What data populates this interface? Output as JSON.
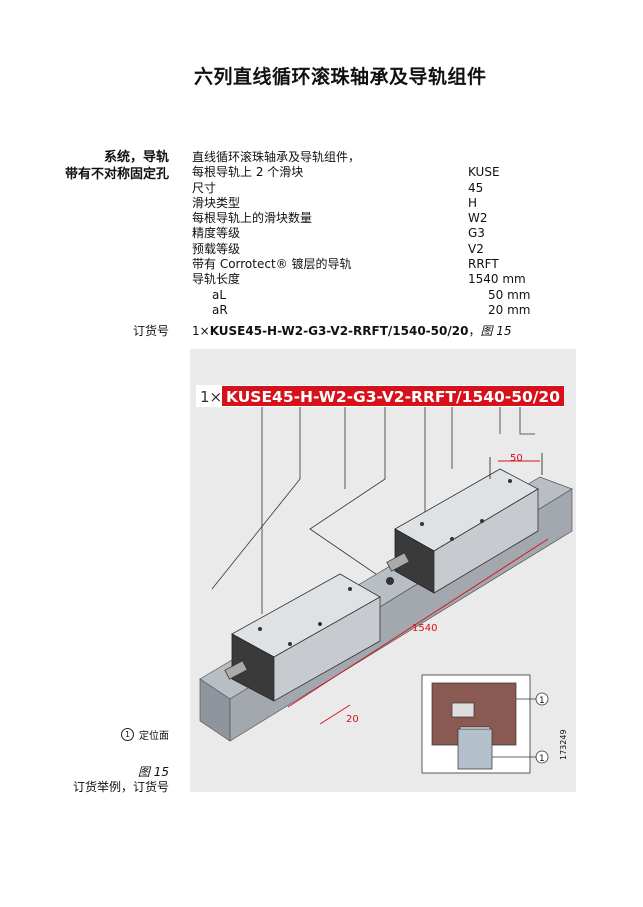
{
  "title": "六列直线循环滚珠轴承及导轨组件",
  "left_heading": [
    "系统，导轨",
    "带有不对称固定孔"
  ],
  "spec": {
    "intro": "直线循环滚珠轴承及导轨组件，",
    "rows": [
      {
        "label": "每根导轨上 2 个滑块",
        "value": "KUSE"
      },
      {
        "label": "尺寸",
        "value": "45"
      },
      {
        "label": "滑块类型",
        "value": "H"
      },
      {
        "label": "每根导轨上的滑块数量",
        "value": "W2"
      },
      {
        "label": "精度等级",
        "value": "G3"
      },
      {
        "label": "预载等级",
        "value": "V2"
      },
      {
        "label": "带有 Corrotect® 镀层的导轨",
        "value": "RRFT"
      },
      {
        "label": "导轨长度",
        "value": "1540 mm"
      },
      {
        "label": "aL",
        "value": "50 mm"
      },
      {
        "label": "aR",
        "value": "20 mm"
      }
    ]
  },
  "order": {
    "label": "订货号",
    "prefix": "1×",
    "code": "KUSE45-H-W2-G3-V2-RRFT/1540-50/20",
    "sep": "，",
    "figref": "图 15"
  },
  "figure": {
    "banner_prefix": "1×",
    "banner_code": "KUSE45-H-W2-G3-V2-RRFT/1540-50/20",
    "dim_50": "50",
    "dim_1540": "1540",
    "dim_20": "20",
    "callout_1": "1",
    "callout_2": "1",
    "image_number": "173249",
    "accent_color": "#d6111b"
  },
  "legend": {
    "num": "1",
    "text": "定位面"
  },
  "caption": {
    "fignum": "图 15",
    "text": "订货举例，订货号"
  }
}
